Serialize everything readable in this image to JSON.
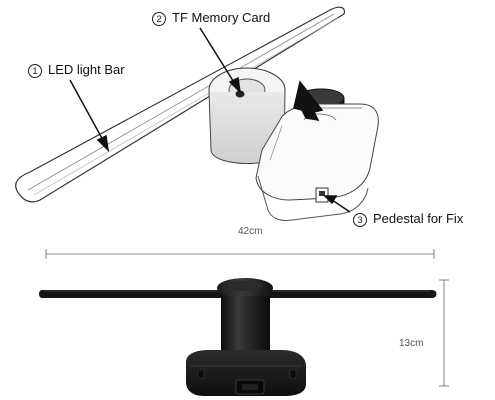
{
  "callouts": [
    {
      "number": "2",
      "text": "TF Memory Card"
    },
    {
      "number": "1",
      "text": "LED light Bar"
    },
    {
      "number": "3",
      "text": "Pedestal for Fix"
    }
  ],
  "dimensions": {
    "width": "42cm",
    "height": "13cm"
  }
}
